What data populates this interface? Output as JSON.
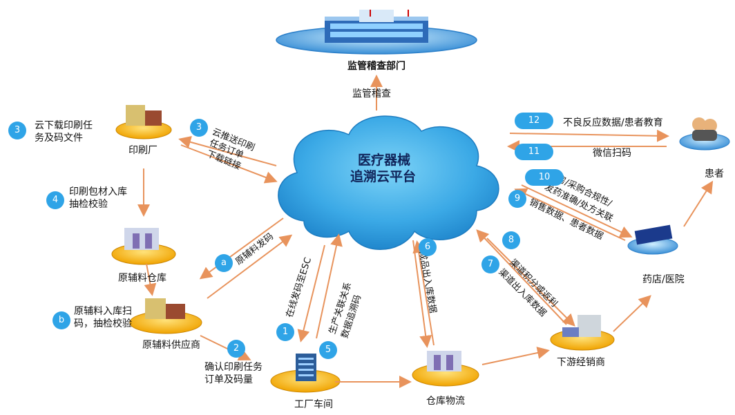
{
  "cloud": {
    "line1": "医疗器械",
    "line2": "追溯云平台"
  },
  "nodes": {
    "supervision": "监管稽查部门",
    "print_factory": "印刷厂",
    "material_warehouse": "原辅料仓库",
    "material_supplier": "原辅料供应商",
    "factory_workshop": "工厂车间",
    "warehouse_logistics": "仓库物流",
    "distributor": "下游经销商",
    "pharmacy_hospital": "药店/医院",
    "patient": "患者"
  },
  "edges": {
    "supervision": "监管稽查",
    "cloud_download": "云下载印刷任务及码文件",
    "print_inbound": "印刷包材入库抽检校验",
    "material_inbound": "原辅料入库扫码，抽检校验",
    "confirm_print": "确认印刷任务订单及码量",
    "cloud_push_1": "云推送印刷",
    "cloud_push_2": "任务订单",
    "cloud_push_3": "下载链接",
    "material_code": "原辅料发码",
    "online_code": "在线发码至ESC",
    "production_1": "生产关联关系",
    "production_2": "数据追溯码",
    "finished_goods": "成品出入库数据",
    "channel_points": "渠道积分或返利",
    "channel_inout": "渠道出入库数据",
    "sales_data": "销售数据、患者数据",
    "pharmacy_1": "库房/采购合规性/",
    "pharmacy_2": "发药准确/处方关联",
    "wechat": "微信扫码",
    "adverse": "不良反应数据/患者教育"
  },
  "badges": {
    "b1": "1",
    "b2": "2",
    "b3": "3",
    "b4": "4",
    "b5": "5",
    "b6": "6",
    "b7": "7",
    "b8": "8",
    "b9": "9",
    "b10": "10",
    "b11": "11",
    "b12": "12",
    "b_3": "3",
    "b_a": "a",
    "b_b": "b"
  },
  "colors": {
    "arrow": "#e8935c",
    "badge": "#2fa4e7",
    "cloud": "#2f9fdf",
    "ring": "#f6b400"
  }
}
